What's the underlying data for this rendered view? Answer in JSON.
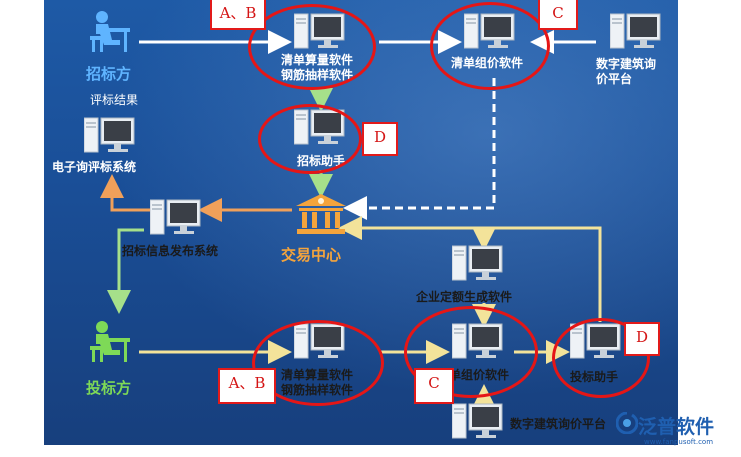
{
  "labels": {
    "zhaobiaofang": "招标方",
    "pingbiaojieguo": "评标结果",
    "dianzi": "电子询评标系统",
    "zbxx": "招标信息发布系统",
    "qd_top_1": "清单算量软件",
    "qd_top_2": "钢筋抽样软件",
    "zbzs": "招标助手",
    "qdzj": "清单组价软件",
    "szjz_top_1": "数字建筑询",
    "szjz_top_2": "价平台",
    "jyzx": "交易中心",
    "qydemei": "企业定额生成软件",
    "toubiaofang": "投标方",
    "qd_bot_1": "清单算量软件",
    "qd_bot_2": "钢筋抽样软件",
    "dzj": "单组价软件",
    "tbzs": "投标助手",
    "szjz_bot": "数字建筑询价平台"
  },
  "tags": {
    "ab_top": "A、B",
    "c_top": "C",
    "d_mid": "D",
    "ab_bot": "A、B",
    "c_bot": "C",
    "d_bot": "D"
  },
  "logo": {
    "name": "泛普软件",
    "url": "www.fanpusoft.com"
  },
  "colors": {
    "background": "#1e5aa6",
    "ring": "#e51616",
    "arrow_white": "#ffffff",
    "arrow_green": "#a6e08a",
    "arrow_orange": "#f0a05a",
    "arrow_yellow": "#f3e39a",
    "zhaobiaofang_label": "#5fb4ff",
    "toubiaofang_label": "#7ed957",
    "jyzx_label": "#f4a43c"
  },
  "icons": [
    "computer-icon",
    "person-at-desk-icon",
    "bank-building-icon",
    "fanpu-logo-icon"
  ]
}
